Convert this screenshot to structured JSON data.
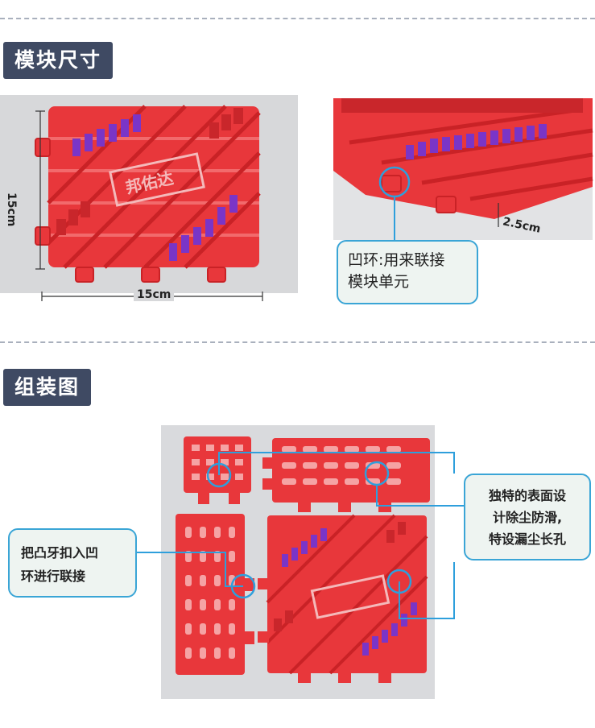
{
  "section1": {
    "title": "模块尺寸"
  },
  "dimensions": {
    "height_label": "15cm",
    "width_label": "15cm",
    "thickness_label": "2.5cm"
  },
  "callout_ring": {
    "line1": "凹环:用来联接",
    "line2": "模块单元"
  },
  "section2": {
    "title": "组装图"
  },
  "callout_surface": {
    "line1": "独特的表面设",
    "line2": "计除尘防滑,",
    "line3": "特设漏尘长孔"
  },
  "callout_tooth": {
    "line1": "把凸牙扣入凹",
    "line2": "环进行联接"
  },
  "watermark": {
    "text": "邦佑达"
  },
  "colors": {
    "tile_red": "#e8373b",
    "bristle_purple": "#7a35c7",
    "callout_border": "#3aa5d6",
    "tag_bg": "#3f4a63"
  }
}
